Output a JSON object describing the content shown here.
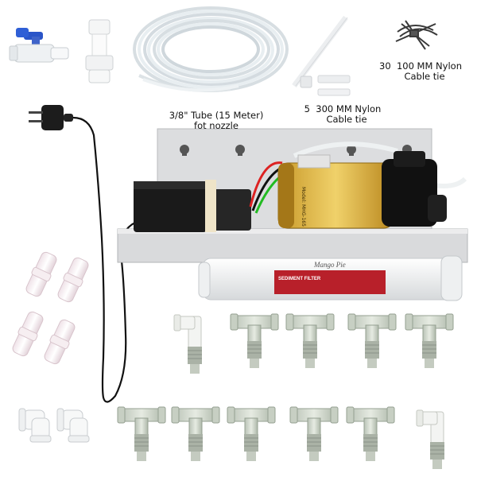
{
  "labels": {
    "tube_line1": "3/8\" Tube (15 Meter)",
    "tube_line2": "fot nozzle",
    "small_tie_count": "30",
    "small_tie_line1": "100 MM Nylon",
    "small_tie_line2": "Cable tie",
    "large_tie_count": "5",
    "large_tie_line1": "300 MM Nylon",
    "large_tie_line2": "Cable tie"
  },
  "product_print": {
    "filter_brand": "Mango Pie",
    "filter_label": "SEDIMENT FILTER",
    "pump_model": "Model: MHG-165"
  },
  "colors": {
    "valve_handle": "#2a55c8",
    "filter_band": "#b8202a",
    "bracket": "#d9dadc",
    "fitting": "#cfd6cc"
  }
}
